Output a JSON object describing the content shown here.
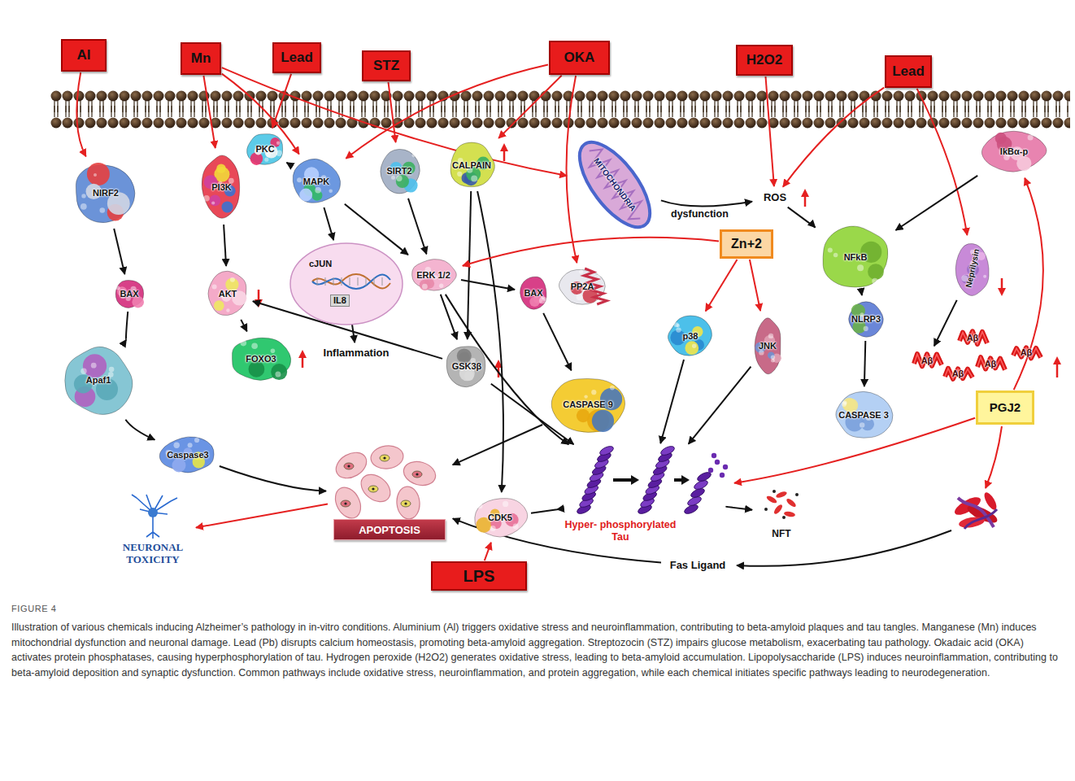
{
  "diagram": {
    "title": "FIGURE 4",
    "caption": "Illustration of various chemicals inducing Alzheimer’s pathology in in-vitro conditions. Aluminium (Al) triggers oxidative stress and neuroinflammation, contributing to beta-amyloid plaques and tau tangles. Manganese (Mn) induces mitochondrial dysfunction and neuronal damage. Lead (Pb) disrupts calcium homeostasis, promoting beta-amyloid aggregation. Streptozocin (STZ) impairs glucose metabolism, exacerbating tau pathology. Okadaic acid (OKA) activates protein phosphatases, causing hyperphosphorylation of tau. Hydrogen peroxide (H2O2) generates oxidative stress, leading to beta-amyloid accumulation. Lipopolysaccharide (LPS) induces neuroinflammation, contributing to beta-amyloid deposition and synaptic dysfunction. Common pathways include oxidative stress, neuroinflammation, and protein aggregation, while each chemical initiates specific pathways leading to neurodegeneration.",
    "nodes": [
      {
        "text": [
          "Al"
        ]
      },
      {
        "text": [
          "Mn"
        ]
      },
      {
        "text": [
          "Lead"
        ]
      },
      {
        "text": [
          "STZ"
        ]
      },
      {
        "text": [
          "OKA"
        ]
      },
      {
        "text": [
          "H2O2"
        ]
      },
      {
        "text": [
          "Lead"
        ]
      },
      {
        "text": [
          "NIRF2"
        ]
      },
      {
        "text": [
          "PI3K"
        ]
      },
      {
        "text": [
          "PKC"
        ]
      },
      {
        "text": [
          "MAPK"
        ]
      },
      {
        "text": [
          "SIRT2"
        ]
      },
      {
        "text": [
          "CALPAIN"
        ]
      },
      {
        "text": [
          "MITOCHONDRIA"
        ]
      },
      {
        "text": [
          "ROS"
        ]
      },
      {
        "text": [
          "IkBα-p"
        ]
      },
      {
        "text": [
          "BAX"
        ]
      },
      {
        "text": [
          "AKT"
        ]
      },
      {
        "text": [
          "cJUN",
          "IL8"
        ]
      },
      {
        "text": [
          "ERK 1/2"
        ]
      },
      {
        "text": [
          "BAX"
        ]
      },
      {
        "text": [
          "PP2A"
        ]
      },
      {
        "text": [
          "Zn+2"
        ]
      },
      {
        "text": [
          "NFkB"
        ]
      },
      {
        "text": [
          "Neprilysin"
        ]
      },
      {
        "text": [
          "Inflammation"
        ]
      },
      {
        "text": [
          "Apaf1"
        ]
      },
      {
        "text": [
          "FOXO3"
        ]
      },
      {
        "text": [
          "GSK3β"
        ]
      },
      {
        "text": [
          "p38"
        ]
      },
      {
        "text": [
          "JNK"
        ]
      },
      {
        "text": [
          "NLRP3"
        ]
      },
      {
        "text": [
          "Aβ"
        ]
      },
      {
        "text": [
          "Aβ"
        ]
      },
      {
        "text": [
          "Aβ"
        ]
      },
      {
        "text": [
          "Aβ"
        ]
      },
      {
        "text": [
          "Aβ"
        ]
      },
      {
        "text": [
          "CASPASE 9"
        ]
      },
      {
        "text": [
          "CASPASE 3"
        ]
      },
      {
        "text": [
          "Caspase3"
        ]
      },
      {
        "text": [
          "Hyper- phosphorylated Tau"
        ]
      },
      {
        "text": [
          "NFT"
        ]
      },
      {
        "text": [
          "CDK5"
        ]
      },
      {
        "text": [
          "APOPTOSIS"
        ]
      },
      {
        "text": [
          "NEURONAL TOXICITY"
        ]
      },
      {
        "text": [
          "LPS"
        ]
      },
      {
        "text": [
          "Fas Ligand"
        ]
      },
      {
        "text": [
          "PGJ2"
        ]
      }
    ],
    "edges": [
      {
        "from": 0,
        "to": 7,
        "arrow": "to"
      },
      {
        "from": 1,
        "to": 8,
        "arrow": "to"
      },
      {
        "from": 1,
        "to": 10,
        "arrow": "to"
      },
      {
        "from": 1,
        "to": 13,
        "arrow": "to"
      },
      {
        "from": 2,
        "to": 9,
        "arrow": "to"
      },
      {
        "from": 3,
        "to": 11,
        "arrow": "to"
      },
      {
        "from": 4,
        "to": 10,
        "arrow": "to"
      },
      {
        "from": 4,
        "to": 12,
        "arrow": "to"
      },
      {
        "from": 4,
        "to": 21,
        "arrow": "to"
      },
      {
        "from": 5,
        "to": 14,
        "arrow": "to"
      },
      {
        "from": 6,
        "to": 14,
        "arrow": "to"
      },
      {
        "from": 6,
        "to": 24,
        "arrow": "to"
      },
      {
        "from": 7,
        "to": 16,
        "arrow": "to"
      },
      {
        "from": 16,
        "to": 26,
        "arrow": "to"
      },
      {
        "from": 26,
        "to": 39,
        "arrow": "to"
      },
      {
        "from": 39,
        "to": 43,
        "arrow": "to"
      },
      {
        "from": 8,
        "to": 17,
        "arrow": "to"
      },
      {
        "from": 17,
        "to": 27,
        "arrow": "to"
      },
      {
        "from": 28,
        "to": 17,
        "arrow": "to"
      },
      {
        "from": 9,
        "to": 10,
        "arrow": "to"
      },
      {
        "from": 10,
        "to": 18,
        "arrow": "to"
      },
      {
        "from": 10,
        "to": 19,
        "arrow": "to"
      },
      {
        "from": 11,
        "to": 19,
        "arrow": "to"
      },
      {
        "from": 18,
        "to": 25,
        "arrow": "to"
      },
      {
        "from": 19,
        "to": 20,
        "arrow": "to"
      },
      {
        "from": 19,
        "to": 28,
        "arrow": "to"
      },
      {
        "from": 19,
        "to": 40,
        "arrow": "to"
      },
      {
        "from": 12,
        "to": 28,
        "arrow": "to"
      },
      {
        "from": 12,
        "to": 42,
        "arrow": "to"
      },
      {
        "from": 20,
        "to": 37,
        "arrow": "to"
      },
      {
        "from": 37,
        "to": 43,
        "arrow": "to"
      },
      {
        "from": 28,
        "to": 40,
        "arrow": "to"
      },
      {
        "from": 42,
        "to": 40,
        "arrow": "to"
      },
      {
        "from": 29,
        "to": 40,
        "arrow": "to"
      },
      {
        "from": 30,
        "to": 40,
        "arrow": "to"
      },
      {
        "from": 13,
        "to": 14,
        "label": "dysfunction",
        "arrow": "to"
      },
      {
        "from": 14,
        "to": 23,
        "arrow": "to"
      },
      {
        "from": 15,
        "to": 23,
        "arrow": "to"
      },
      {
        "from": 23,
        "to": 31,
        "arrow": "to"
      },
      {
        "from": 31,
        "to": 38,
        "arrow": "to"
      },
      {
        "from": 24,
        "to": 32,
        "arrow": "to"
      },
      {
        "from": 40,
        "to": 41,
        "arrow": "to"
      },
      {
        "from": 46,
        "to": 43,
        "arrow": "to"
      },
      {
        "from": 22,
        "to": 19,
        "arrow": "to"
      },
      {
        "from": 22,
        "to": 29,
        "arrow": "to"
      },
      {
        "from": 22,
        "to": 30,
        "arrow": "to"
      },
      {
        "from": 47,
        "to": 15,
        "arrow": "to"
      },
      {
        "from": 47,
        "to": 40,
        "arrow": "to"
      },
      {
        "from": 45,
        "to": 42,
        "arrow": "to"
      },
      {
        "from": 43,
        "to": 44,
        "arrow": "to"
      }
    ]
  }
}
